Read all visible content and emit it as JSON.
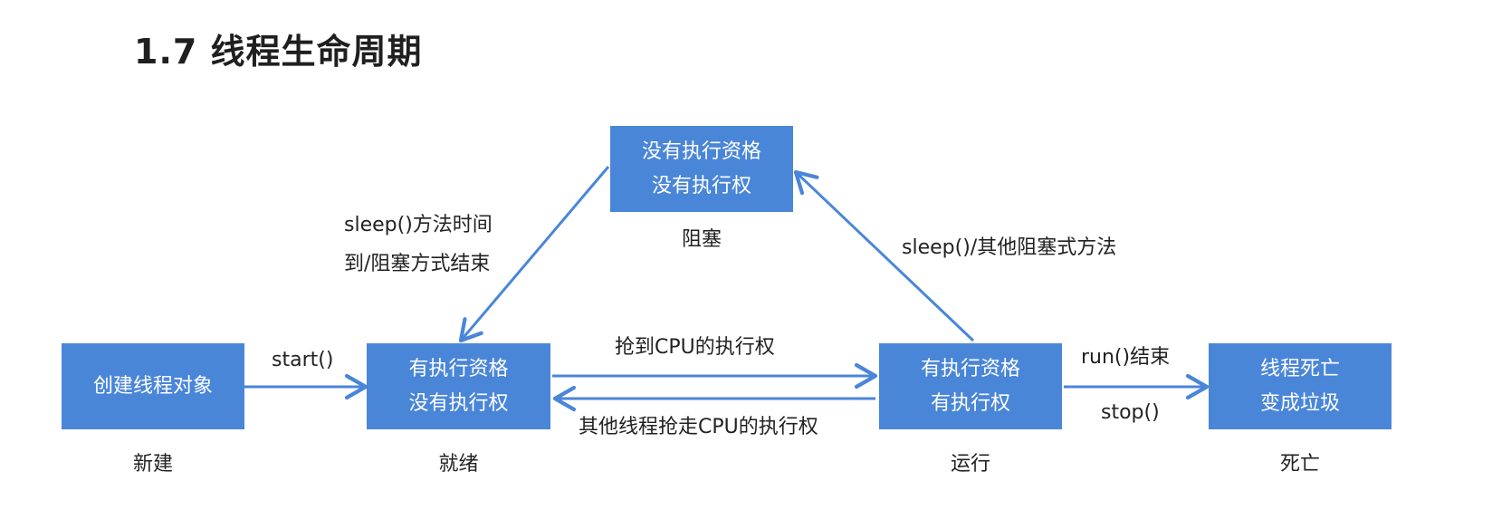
{
  "title": "1.7 线程生命周期",
  "colors": {
    "box_fill": "#4a86d8",
    "arrow": "#4a86d8",
    "box_text": "#ffffff"
  },
  "nodes": {
    "new": {
      "lines": [
        "创建线程对象"
      ],
      "caption": "新建"
    },
    "ready": {
      "lines": [
        "有执行资格",
        "没有执行权"
      ],
      "caption": "就绪"
    },
    "blocked": {
      "lines": [
        "没有执行资格",
        "没有执行权"
      ],
      "caption": "阻塞"
    },
    "running": {
      "lines": [
        "有执行资格",
        "有执行权"
      ],
      "caption": "运行"
    },
    "dead": {
      "lines": [
        "线程死亡",
        "变成垃圾"
      ],
      "caption": "死亡"
    }
  },
  "edges": {
    "new_to_ready": "start()",
    "blocked_to_ready": [
      "sleep()方法时间",
      "到/阻塞方式结束"
    ],
    "running_to_blocked": "sleep()/其他阻塞式方法",
    "ready_to_running": "抢到CPU的执行权",
    "running_to_ready": "其他线程抢走CPU的执行权",
    "running_to_dead_top": "run()结束",
    "running_to_dead_bottom": "stop()"
  }
}
